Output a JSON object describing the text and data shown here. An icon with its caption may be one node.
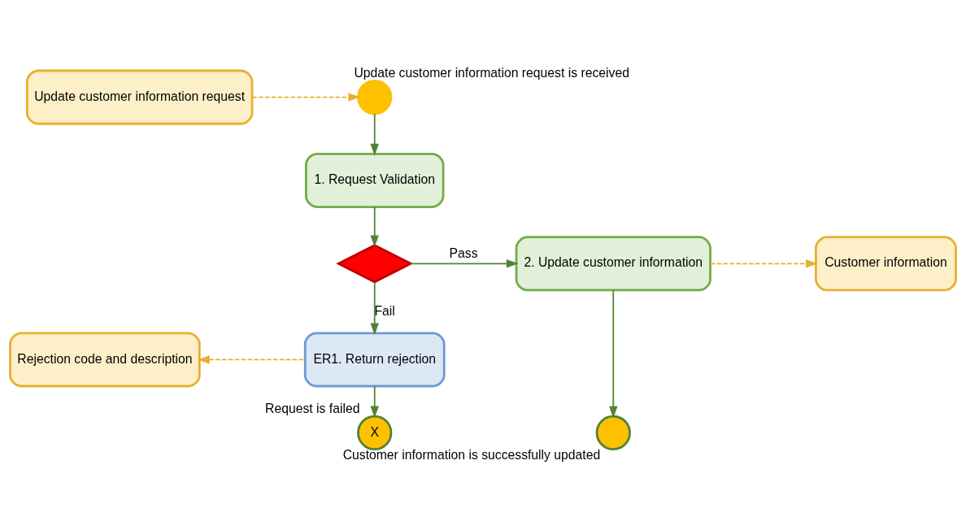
{
  "diagram": {
    "nodes": [
      {
        "text": [
          "Update customer information request"
        ]
      },
      {
        "text": [],
        "shape": "circle",
        "beside": [
          "Update customer information request is received"
        ]
      },
      {
        "text": [
          "1. Request Validation"
        ]
      },
      {
        "text": [],
        "shape": "diamond"
      },
      {
        "text": [
          "2. Update customer information"
        ]
      },
      {
        "text": [
          "Customer information"
        ]
      },
      {
        "text": [
          "ER1. Return rejection"
        ]
      },
      {
        "text": [
          "Rejection code and description"
        ]
      },
      {
        "text": [
          "X"
        ],
        "beside": [
          "Request is failed"
        ]
      },
      {
        "text": [],
        "shape": "circle",
        "beside": [
          "Customer information is successfully updated"
        ]
      }
    ],
    "edges": [
      {
        "from": 0,
        "to": 1,
        "arrow": "to",
        "style": "dashed",
        "color": "#e8b030"
      },
      {
        "from": 1,
        "to": 2,
        "arrow": "to"
      },
      {
        "from": 2,
        "to": 3,
        "arrow": "to"
      },
      {
        "from": 3,
        "to": 4,
        "arrow": "to",
        "label": "Pass"
      },
      {
        "from": 3,
        "to": 6,
        "arrow": "to",
        "label": "Fail"
      },
      {
        "from": 4,
        "to": 5,
        "arrow": "to",
        "style": "dashed",
        "color": "#e8b030"
      },
      {
        "from": 6,
        "to": 7,
        "arrow": "to",
        "style": "dashed",
        "color": "#e8b030"
      },
      {
        "from": 6,
        "to": 8,
        "arrow": "to"
      },
      {
        "from": 4,
        "to": 9,
        "arrow": "to"
      }
    ]
  }
}
